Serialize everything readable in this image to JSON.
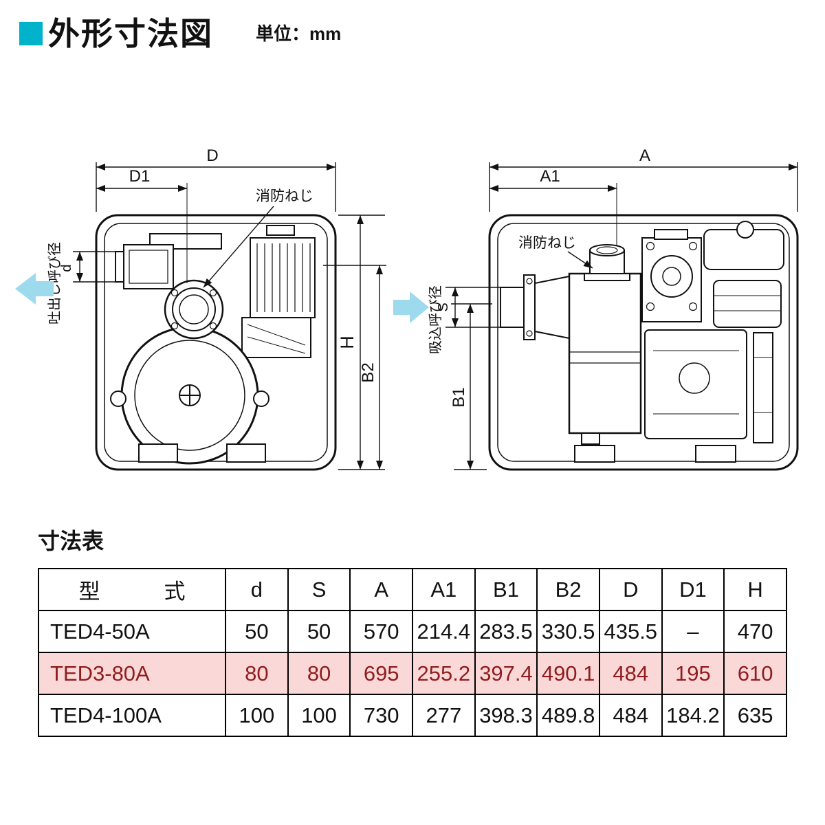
{
  "header": {
    "title": "外形寸法図",
    "unit": "単位：mm"
  },
  "left_view": {
    "dim_D": "D",
    "dim_D1": "D1",
    "callout": "消防ねじ",
    "bore_label": "吐出し呼び径",
    "dim_d": "d",
    "dim_H": "H",
    "dim_B2": "B2"
  },
  "right_view": {
    "dim_A": "A",
    "dim_A1": "A1",
    "callout": "消防ねじ",
    "bore_label": "吸込呼び径",
    "dim_S": "S",
    "dim_B1": "B1"
  },
  "table": {
    "title": "寸法表",
    "columns": [
      "型　　　式",
      "d",
      "S",
      "A",
      "A1",
      "B1",
      "B2",
      "D",
      "D1",
      "H"
    ],
    "rows": [
      {
        "cells": [
          "TED4-50A",
          "50",
          "50",
          "570",
          "214.4",
          "283.5",
          "330.5",
          "435.5",
          "–",
          "470"
        ],
        "highlight": false
      },
      {
        "cells": [
          "TED3-80A",
          "80",
          "80",
          "695",
          "255.2",
          "397.4",
          "490.1",
          "484",
          "195",
          "610"
        ],
        "highlight": true
      },
      {
        "cells": [
          "TED4-100A",
          "100",
          "100",
          "730",
          "277",
          "398.3",
          "489.8",
          "484",
          "184.2",
          "635"
        ],
        "highlight": false
      }
    ]
  },
  "colors": {
    "accent": "#00b3cb",
    "arrow_fill": "#9edaed",
    "highlight_bg": "#fbd8d8",
    "highlight_text": "#8f1d1d",
    "line": "#111111"
  }
}
